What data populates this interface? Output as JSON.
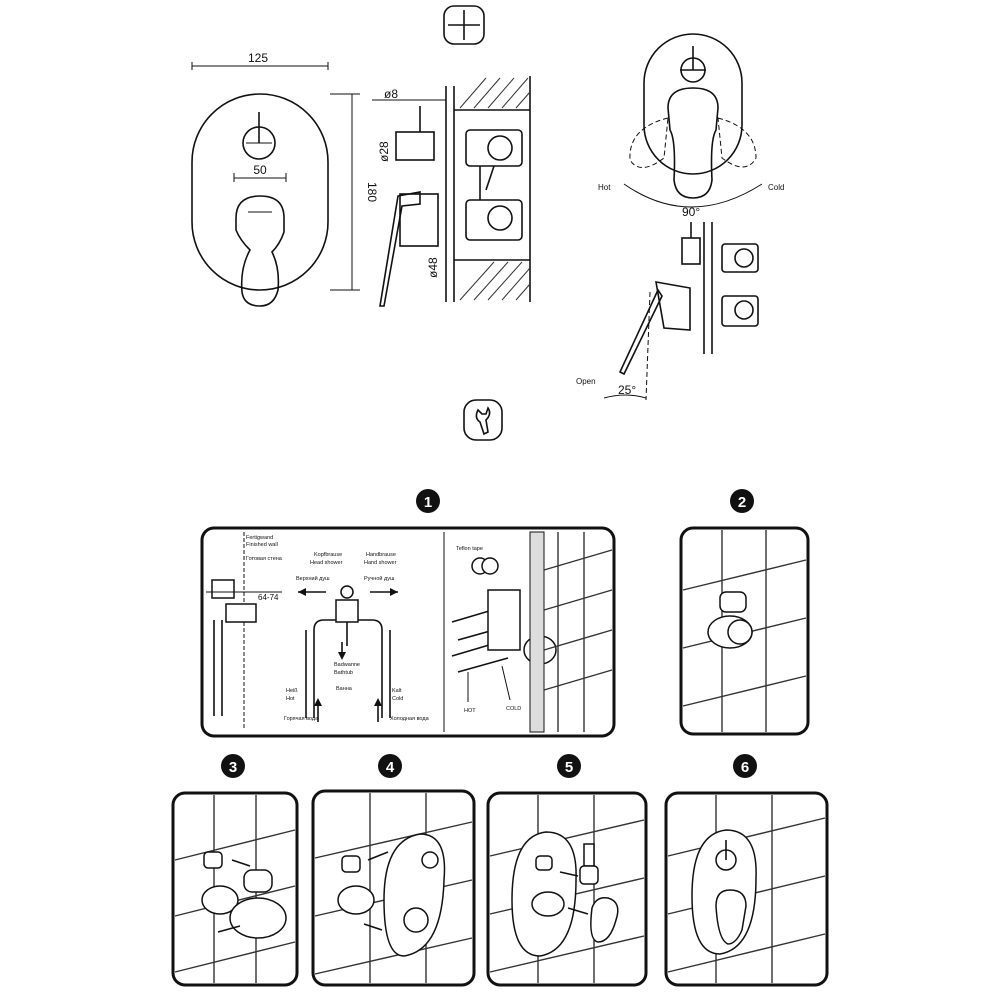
{
  "dimensions": {
    "width": "125",
    "height": "180",
    "lever_width": "50",
    "diameter_8": "ø8",
    "diameter_28": "ø28",
    "diameter_48": "ø48"
  },
  "rotation": {
    "hot": "Hot",
    "cold": "Cold",
    "angle": "90°"
  },
  "tilt": {
    "open": "Open",
    "angle": "25°"
  },
  "install": {
    "step1": {
      "finished_wall_de": "Fertigwand",
      "finished_wall_en": "Finished wall",
      "finished_wall_ru": "Готовая стена",
      "head_shower_de": "Kopfbrause",
      "head_shower_en": "Head shower",
      "head_shower_ru": "Верхний душ",
      "hand_shower_de": "Handbrause",
      "hand_shower_en": "Hand shower",
      "hand_shower_ru": "Ручной душ",
      "gap": "64-74",
      "bathtub_de": "Badwanne",
      "bathtub_en": "Bathtub",
      "bathtub_ru": "Ванна",
      "hot_de": "Heiß",
      "hot_en": "Hot",
      "hot_ru": "Горячая вода",
      "cold_de": "Kalt",
      "cold_en": "Cold",
      "cold_ru": "Холодная вода",
      "teflon": "Teflon tape",
      "hot_pipe": "HOT",
      "cold_pipe": "COLD"
    },
    "steps": [
      "1",
      "2",
      "3",
      "4",
      "5",
      "6"
    ]
  },
  "icons": [
    "crosshair-icon",
    "wrench-icon"
  ]
}
